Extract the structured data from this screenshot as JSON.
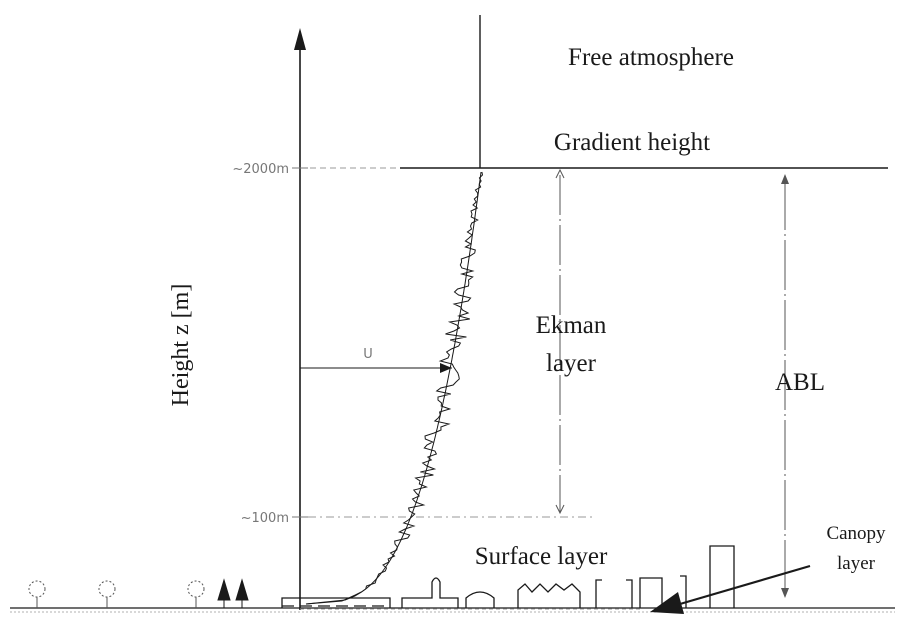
{
  "labels": {
    "free_atmosphere": "Free atmosphere",
    "gradient_height": "Gradient height",
    "ekman_line1": "Ekman",
    "ekman_line2": "layer",
    "abl": "ABL",
    "surface_layer": "Surface layer",
    "canopy_line1": "Canopy",
    "canopy_line2": "layer",
    "y_axis": "Height z [m]",
    "u_label": "U",
    "tick_2000": "~2000m",
    "tick_100": "~100m"
  },
  "colors": {
    "ink": "#1a1a1a",
    "grey": "#777777",
    "dotted": "#999999"
  }
}
